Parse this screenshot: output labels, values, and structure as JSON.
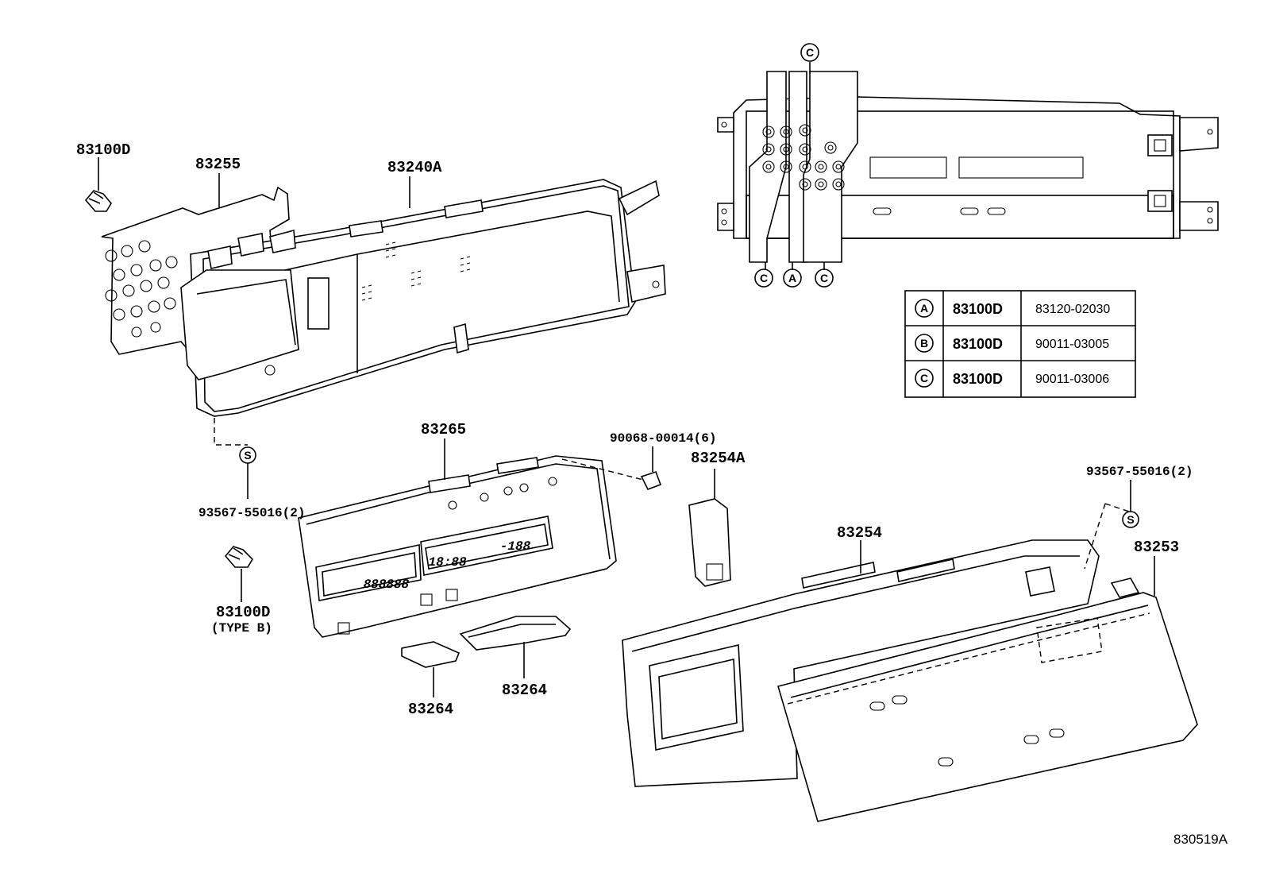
{
  "parts": {
    "p83100D_top": "83100D",
    "p83255": "83255",
    "p83240A": "83240A",
    "p83265": "83265",
    "p90068": "90068-00014(6)",
    "p83254A": "83254A",
    "p93567_left": "93567-55016(2)",
    "p93567_right": "93567-55016(2)",
    "p83100D_b": "83100D",
    "p83100D_b_type": "(TYPE B)",
    "p83254": "83254",
    "p83253": "83253",
    "p83264_left": "83264",
    "p83264_right": "83264",
    "ref": "830519A"
  },
  "callouts": {
    "c_top": "C",
    "c_bottom_left": "C",
    "a_bottom": "A",
    "c_bottom_right": "C",
    "s_left": "S",
    "s_right": "S"
  },
  "table": {
    "rows": [
      {
        "mark": "A",
        "part": "83100D",
        "code": "83120-02030"
      },
      {
        "mark": "B",
        "part": "83100D",
        "code": "90011-03005"
      },
      {
        "mark": "C",
        "part": "83100D",
        "code": "90011-03006"
      }
    ]
  },
  "lcd": {
    "odo": "888888",
    "clock": "18:88",
    "temp": "-188"
  }
}
